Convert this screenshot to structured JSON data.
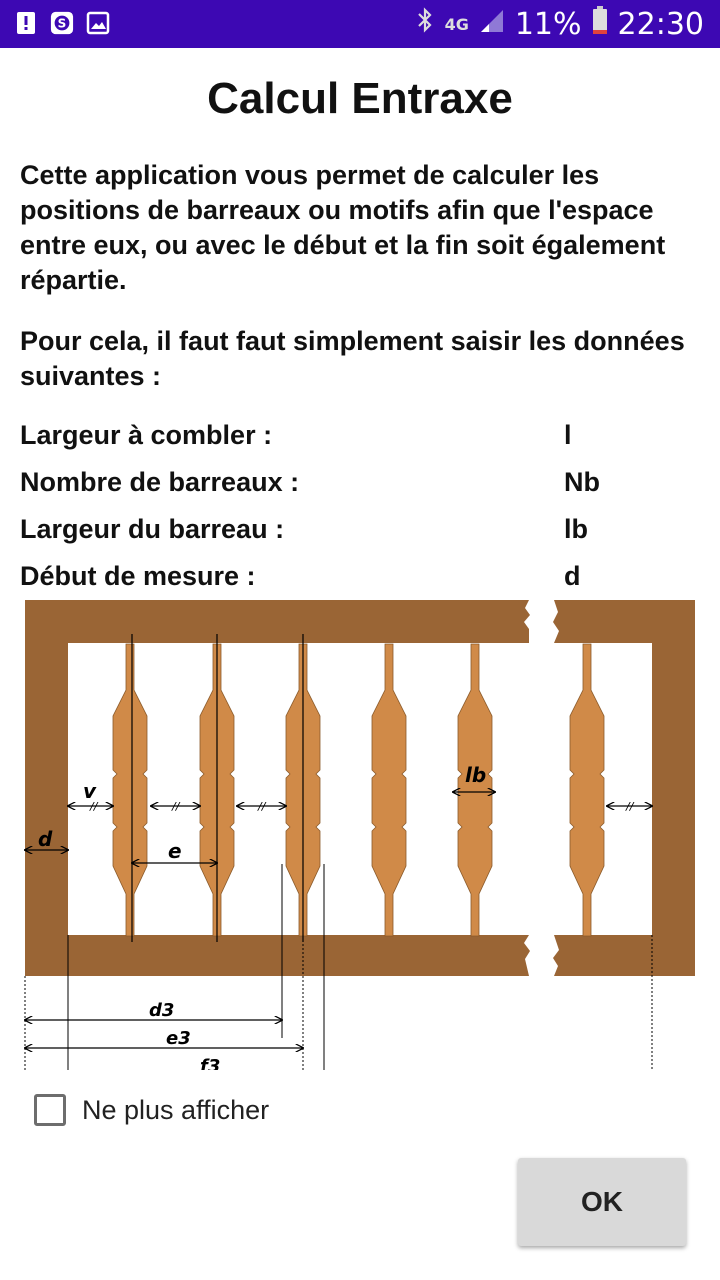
{
  "status_bar": {
    "network": "4G",
    "battery": "11%",
    "time": "22:30",
    "icons": [
      "alert-icon",
      "s-app-icon",
      "gallery-icon",
      "bluetooth-icon",
      "signal-icon",
      "battery-icon"
    ]
  },
  "dialog": {
    "title": "Calcul Entraxe",
    "intro": "Cette application vous permet de calculer les positions de barreaux ou motifs afin que l'espace entre eux, ou avec le début et la fin soit également répartie.",
    "instruction": "Pour cela, il faut faut simplement saisir les données suivantes :",
    "fields": [
      {
        "label": "Largeur à combler :",
        "symbol": "l"
      },
      {
        "label": "Nombre de barreaux :",
        "symbol": "Nb"
      },
      {
        "label": "Largeur du barreau :",
        "symbol": "lb"
      },
      {
        "label": "Début de mesure :",
        "symbol": "d"
      }
    ],
    "diagram_labels": {
      "v": "v",
      "d": "d",
      "e": "e",
      "lb": "lb",
      "gap_mark": "//",
      "d3": "d3",
      "e3": "e3",
      "f3": "f3"
    },
    "checkbox_label": "Ne plus afficher",
    "checkbox_checked": false,
    "ok_label": "OK"
  },
  "colors": {
    "status_bar": "#3d08b3",
    "frame": "#9a6535",
    "baluster": "#d08a48",
    "button_bg": "#d9d9d9"
  }
}
